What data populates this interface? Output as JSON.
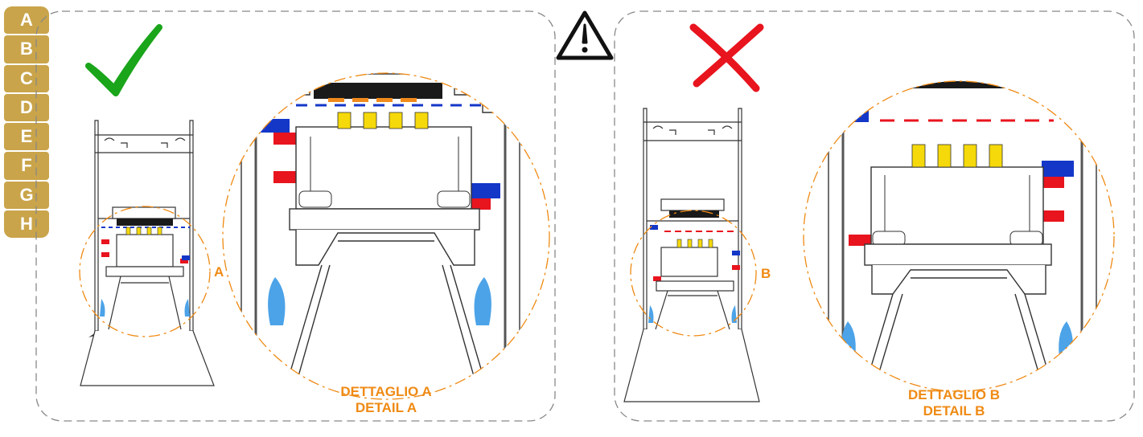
{
  "side_letters": [
    "A",
    "B",
    "C",
    "D",
    "E",
    "F",
    "G",
    "H"
  ],
  "left_panel": {
    "status": "correct",
    "detail_marker": "A",
    "caption_it": "DETTAGLIO A",
    "caption_en": "DETAIL A"
  },
  "right_panel": {
    "status": "incorrect",
    "detail_marker": "B",
    "caption_it": "DETTAGLIO B",
    "caption_en": "DETAIL B"
  },
  "icons": {
    "check": "check-mark-icon",
    "cross": "cross-mark-icon",
    "warning": "warning-triangle-icon"
  },
  "colors": {
    "check": "#1aa51a",
    "cross": "#e8141e",
    "accent": "#ef8a14",
    "letter_tab": "#c9a44a",
    "clip_blue": "#1437c8",
    "spring_blue": "#4ca3e8",
    "latch_red": "#e8141e",
    "pin_yellow": "#f5d90a",
    "pad_orange": "#f08a1c"
  }
}
